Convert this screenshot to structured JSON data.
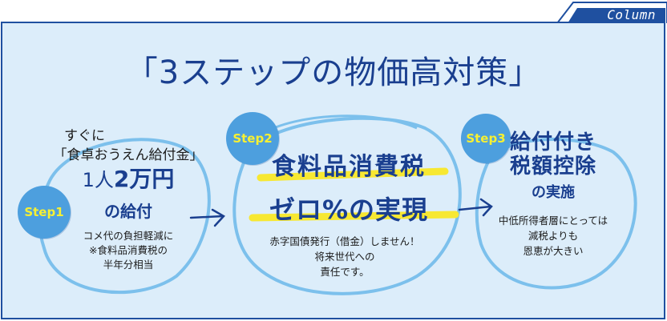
{
  "header": {
    "column_label": "Column",
    "title": "「3ステップの物価高対策」"
  },
  "colors": {
    "panel_bg": "#dcedfa",
    "border": "#1f50a0",
    "title_text": "#1a3f8f",
    "badge_bg": "#4d9fde",
    "badge_text": "#f7f032",
    "highlight": "#f7e832",
    "circle_stroke": "#7cc0ec"
  },
  "steps": [
    {
      "badge": "Step1",
      "intro_line1": "すぐに",
      "intro_line2": "「食卓おうえん給付金」",
      "amount_prefix": "1人",
      "amount": "2万円",
      "heading_tail": "の給付",
      "notes": [
        "コメ代の負担軽減に",
        "※食料品消費税の",
        "半年分相当"
      ]
    },
    {
      "badge": "Step2",
      "heading_line1": "食料品消費税",
      "heading_line2": "ゼロ%の実現",
      "notes": [
        "赤字国債発行（借金）しません！",
        "将来世代への",
        "責任です。"
      ]
    },
    {
      "badge": "Step3",
      "heading_line1": "給付付き",
      "heading_line2": "税額控除",
      "heading_tail": "の実施",
      "notes": [
        "中低所得者層にとっては",
        "減税よりも",
        "恩恵が大きい"
      ]
    }
  ]
}
